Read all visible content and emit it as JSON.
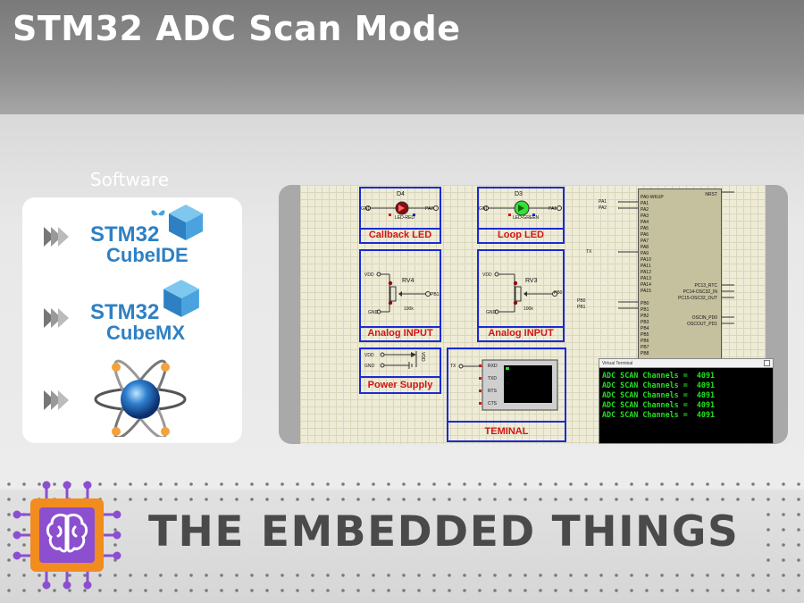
{
  "header": {
    "title": "STM32 ADC Scan Mode"
  },
  "software": {
    "label": "Software",
    "items": [
      {
        "icon": "stm32cubeide-logo",
        "line1": "STM32",
        "line2": "CubeIDE"
      },
      {
        "icon": "stm32cubemx-logo",
        "line1": "STM32",
        "line2": "CubeMX"
      },
      {
        "icon": "proteus-logo"
      }
    ]
  },
  "schematic": {
    "blocks": {
      "callback": {
        "title": "Callback LED",
        "ref": "D4",
        "part": "LED-RED",
        "gnd": "GND",
        "net": "PA2"
      },
      "loop": {
        "title": "Loop LED",
        "ref": "D3",
        "part": "LED-GREEN",
        "gnd": "GND",
        "net": "PA1"
      },
      "analog1": {
        "title": "Analog INPUT",
        "ref": "RV4",
        "value": "100k",
        "vdd": "VDD",
        "gnd": "GND",
        "net": "PB1"
      },
      "analog2": {
        "title": "Analog INPUT",
        "ref": "RV3",
        "value": "100k",
        "vdd": "VDD",
        "gnd": "GND",
        "net": "PB0"
      },
      "power": {
        "title": "Power Supply",
        "vdd": "VDD",
        "gnd": "GND",
        "label": "VDD"
      },
      "terminal": {
        "title": "TEMINAL",
        "net": "TX",
        "pins": [
          "RXD",
          "TXD",
          "RTS",
          "CTS"
        ]
      }
    },
    "mcu": {
      "left_pins": [
        "PA0-WKUP",
        "PA1",
        "PA2",
        "PA3",
        "PA4",
        "PA5",
        "PA6",
        "PA7",
        "PA8",
        "PA9",
        "PA10",
        "PA11",
        "PA12",
        "PA13",
        "PA14",
        "PA15",
        "",
        "PB0",
        "PB1",
        "PB2",
        "PB3",
        "PB4",
        "PB5",
        "PB6",
        "PB7",
        "PB8"
      ],
      "right_pins": [
        "NRST",
        "PC13_RTC",
        "PC14-OSC32_IN",
        "PC15-OSC32_OUT",
        "OSCIN_PD0",
        "OSCOUT_PD1"
      ],
      "nets_left": [
        "PA1",
        "PA2",
        "TX",
        "PB0",
        "PB1"
      ]
    },
    "virtual_terminal": {
      "title": "Virtual Terminal",
      "lines": [
        "ADC SCAN Channels =  4091",
        "ADC SCAN Channels =  4091",
        "ADC SCAN Channels =  4091",
        "ADC SCAN Channels =  4091",
        "ADC SCAN Channels =  4091"
      ]
    }
  },
  "brand": {
    "name": "THE EMBEDDED THINGS",
    "icon": "brain-chip-logo"
  },
  "colors": {
    "accent_orange": "#f28c1f",
    "accent_purple": "#8b4fd0",
    "stm_blue": "#2f80c3",
    "terminal_green": "#22e022",
    "block_blue": "#1a2ad6",
    "label_red": "#d11515"
  }
}
